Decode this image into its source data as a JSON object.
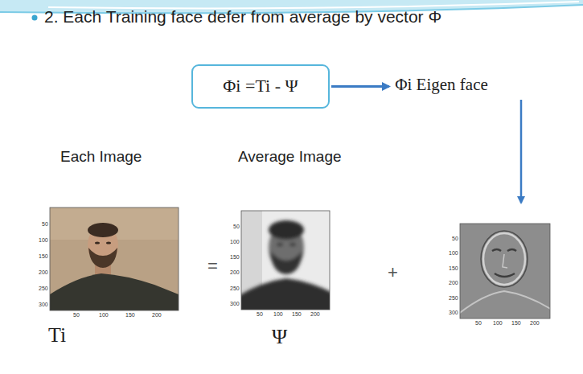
{
  "diagram": {
    "title": "2. Each Training face defer from average by vector Φ",
    "nodes": [
      {
        "text": [
          "Φi =Ti - Ψ"
        ]
      },
      {
        "text": [
          "Φi Eigen face"
        ]
      }
    ],
    "edges": [
      {
        "from": 0,
        "to": 1,
        "arrow": "to"
      }
    ],
    "labels": [
      "Each Image",
      "Average Image",
      "=",
      "+",
      "Ti",
      "Ψ",
      "50",
      "100",
      "150",
      "200",
      "250",
      "300",
      "50",
      "100",
      "150",
      "200",
      "50",
      "100",
      "150",
      "200",
      "250",
      "300",
      "50",
      "100",
      "150",
      "200",
      "50",
      "100",
      "150",
      "200",
      "250",
      "300",
      "50",
      "100",
      "150",
      "200"
    ]
  }
}
